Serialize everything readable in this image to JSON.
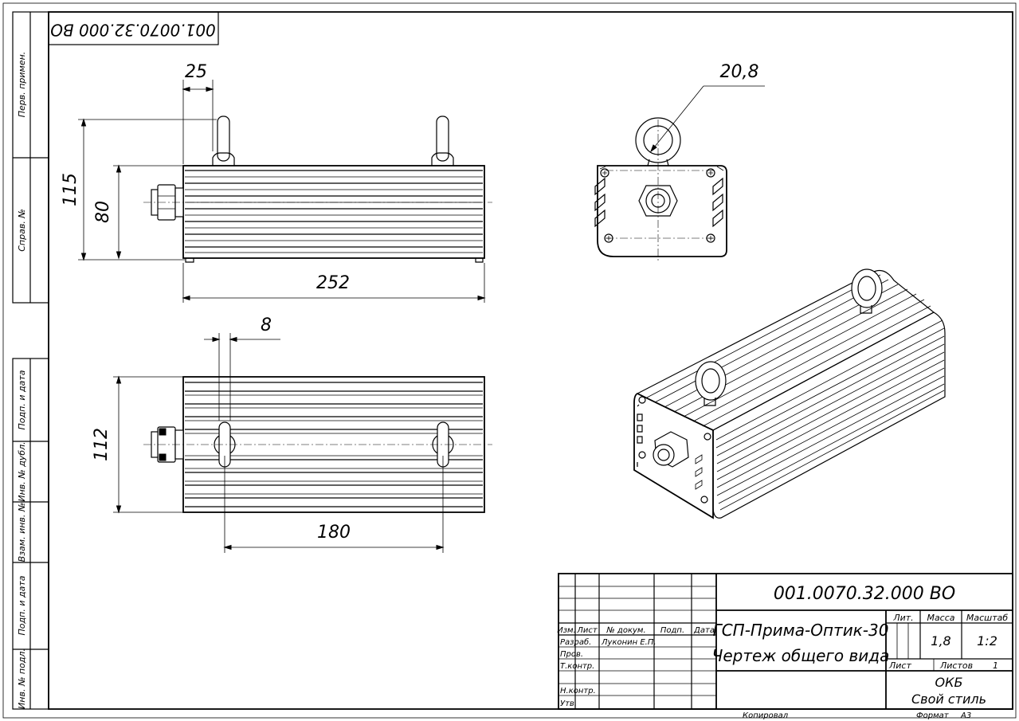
{
  "drawing": {
    "doc_number": "001.0070.32.000 ВО",
    "doc_number_stamp_top": "001.0070.32.000 ВО",
    "dimensions": {
      "eye_width": "25",
      "height_total": "115",
      "height_body": "80",
      "length": "252",
      "gap": "8",
      "width": "112",
      "eye_spacing": "180",
      "eye_diameter": "20,8"
    }
  },
  "side_strip": {
    "perv_primen": "Перв. примен.",
    "sprav_no": "Справ. №",
    "podp_data_1": "Подп. и дата",
    "inv_dubl": "Инв. № дубл.",
    "vzam_inv": "Взам. инв. №",
    "podp_data_2": "Подп. и дата",
    "inv_podl": "Инв. № подл."
  },
  "title_block": {
    "designation": "001.0070.32.000 ВО",
    "name_line1": "ГСП-Прима-Оптик-30",
    "name_line2": "Чертеж общего вида",
    "h_izm": "Изм.",
    "h_list": "Лист",
    "h_doc": "№ докум.",
    "h_podp": "Подп.",
    "h_data": "Дата",
    "r_razrab": "Разраб.",
    "razrab_name": "Луконин Е.П.",
    "r_prov": "Пров.",
    "r_tkontr": "Т.контр.",
    "r_nkontr": "Н.контр.",
    "r_utv": "Утв.",
    "h_lit": "Лит.",
    "h_massa": "Масса",
    "h_masshtab": "Масштаб",
    "massa": "1,8",
    "masshtab": "1:2",
    "list_label": "Лист",
    "listov_label": "Листов",
    "listov": "1",
    "org1": "ОКБ",
    "org2": "Свой стиль",
    "kopiroval": "Копировал",
    "format_label": "Формат",
    "format": "А3"
  }
}
